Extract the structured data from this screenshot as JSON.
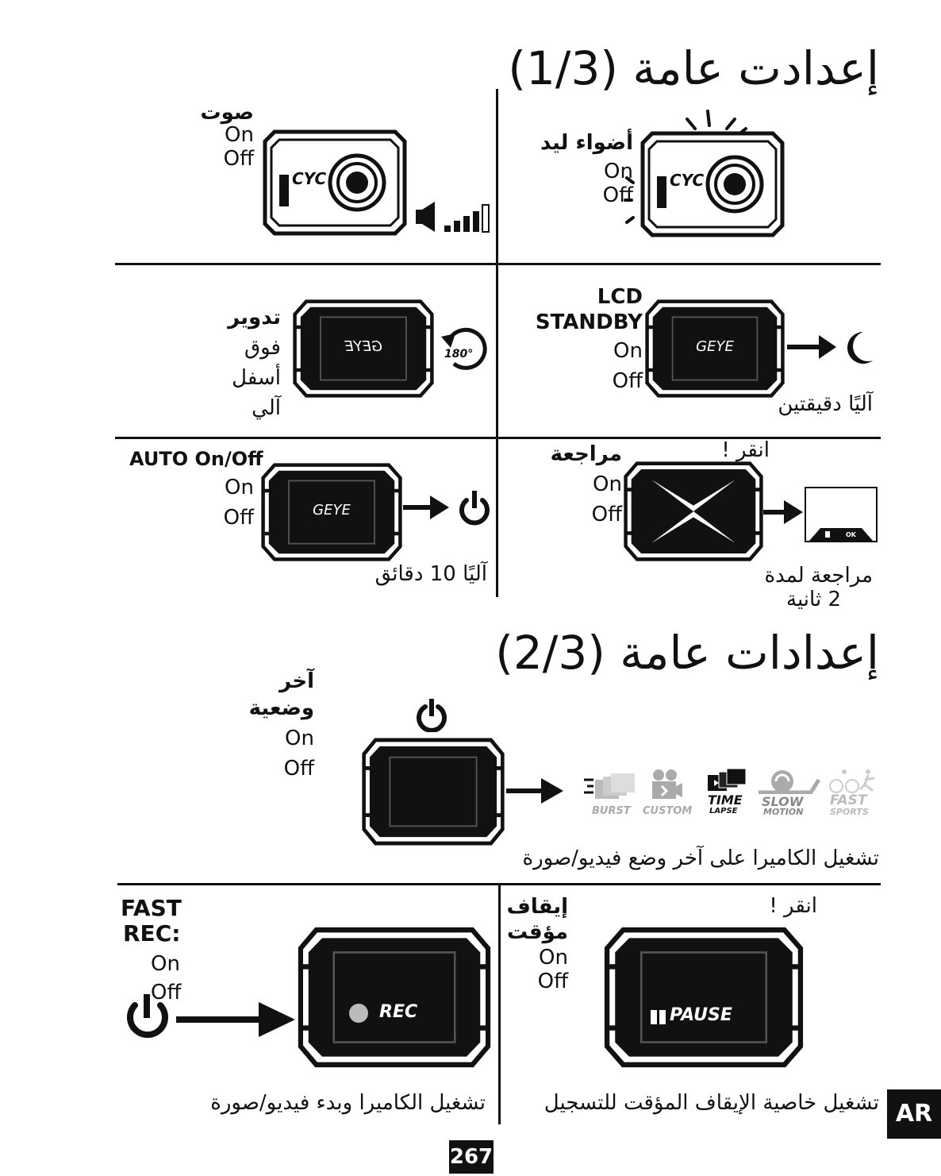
{
  "page": {
    "language_tab": "AR",
    "page_number": "267"
  },
  "section1": {
    "title": "إعدادت عامة (1/3)",
    "sound": {
      "title": "صوت",
      "on": "On",
      "off": "Off"
    },
    "led": {
      "title": "أضواء ليد",
      "on": "On",
      "off": "Off"
    },
    "rotate": {
      "title": "تدوير",
      "up": "فوق",
      "down": "أسفل",
      "auto": "آلي",
      "angle": "180°",
      "screen_text": "GEYE"
    },
    "lcd": {
      "title_line1": "LCD",
      "title_line2": "STANDBY",
      "on": "On",
      "off": "Off",
      "note": "آليًا دقيقتين",
      "screen_text": "GEYE"
    },
    "auto_onoff": {
      "title": "AUTO On/Off",
      "on": "On",
      "off": "Off",
      "note": "آليًا 10 دقائق",
      "screen_text": "GEYE"
    },
    "review": {
      "title": "مراجعة",
      "on": "On",
      "off": "Off",
      "tap": "انقر !",
      "note_line1": "مراجعة لمدة",
      "note_line2": "2 ثانية",
      "ok_text": "OK"
    }
  },
  "section2": {
    "title": "إعدادات عامة (2/3)",
    "last_mode": {
      "title_line1": "آخر",
      "title_line2": "وضعية",
      "on": "On",
      "off": "Off",
      "note": "تشغيل الكاميرا على آخر وضع فيديو/صورة",
      "modes": [
        {
          "icon": "burst-icon",
          "label": "BURST"
        },
        {
          "icon": "custom-icon",
          "label": "CUSTOM"
        },
        {
          "icon": "timelapse-icon",
          "label_line1": "TIME",
          "label_line2": "LAPSE"
        },
        {
          "icon": "snail-icon",
          "label_line1": "SLOW",
          "label_line2": "MOTION"
        },
        {
          "icon": "sports-icon",
          "label_line1": "FAST",
          "label_line2": "SPORTS"
        }
      ]
    },
    "fast_rec": {
      "title_line1": "FAST",
      "title_line2": "REC:",
      "on": "On",
      "off": "Off",
      "screen_text": "REC",
      "note": "تشغيل الكاميرا وبدء فيديو/صورة"
    },
    "pause": {
      "title_line1": "إيقاف",
      "title_line2": "مؤقت",
      "on": "On",
      "off": "Off",
      "tap": "انقر !",
      "screen_text": "PAUSE",
      "note": "تشغيل خاصية الإيقاف المؤقت للتسجيل"
    }
  }
}
